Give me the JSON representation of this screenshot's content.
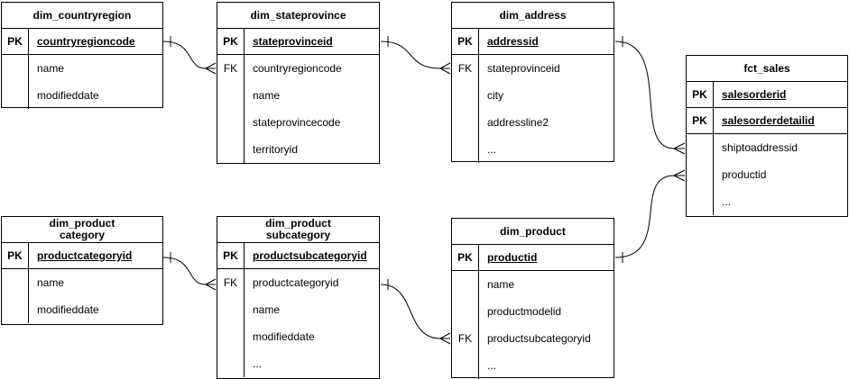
{
  "diagram": {
    "type": "entity-relationship",
    "notation": "crows-foot",
    "background_color": "#ffffff",
    "line_color": "#000000",
    "text_color": "#000000"
  },
  "tables": [
    {
      "title": "dim_countryregion",
      "rows": [
        {
          "key": "PK",
          "label": "countryregioncode"
        },
        {
          "key": "",
          "label": "name"
        },
        {
          "key": "",
          "label": "modifieddate"
        }
      ]
    },
    {
      "title": "dim_stateprovince",
      "rows": [
        {
          "key": "PK",
          "label": "stateprovinceid"
        },
        {
          "key": "FK",
          "label": "countryregioncode"
        },
        {
          "key": "",
          "label": "name"
        },
        {
          "key": "",
          "label": "stateprovincecode"
        },
        {
          "key": "",
          "label": "territoryid"
        }
      ]
    },
    {
      "title": "dim_address",
      "rows": [
        {
          "key": "PK",
          "label": "addressid"
        },
        {
          "key": "FK",
          "label": "stateprovinceid"
        },
        {
          "key": "",
          "label": "city"
        },
        {
          "key": "",
          "label": "addressline2"
        },
        {
          "key": "",
          "label": "..."
        }
      ]
    },
    {
      "title": "fct_sales",
      "rows": [
        {
          "key": "PK",
          "label": "salesorderid"
        },
        {
          "key": "PK",
          "label": "salesorderdetailid"
        },
        {
          "key": "",
          "label": "shiptoaddressid"
        },
        {
          "key": "",
          "label": "productid"
        },
        {
          "key": "",
          "label": "..."
        }
      ]
    },
    {
      "title": "dim_product\ncategory",
      "rows": [
        {
          "key": "PK",
          "label": "productcategoryid"
        },
        {
          "key": "",
          "label": "name"
        },
        {
          "key": "",
          "label": "modifieddate"
        }
      ]
    },
    {
      "title": "dim_product\nsubcategory",
      "rows": [
        {
          "key": "PK",
          "label": "productsubcategoryid"
        },
        {
          "key": "FK",
          "label": "productcategoryid"
        },
        {
          "key": "",
          "label": "name"
        },
        {
          "key": "",
          "label": "modifieddate"
        },
        {
          "key": "",
          "label": "..."
        }
      ]
    },
    {
      "title": "dim_product",
      "rows": [
        {
          "key": "PK",
          "label": "productid"
        },
        {
          "key": "",
          "label": "name"
        },
        {
          "key": "",
          "label": "productmodelid"
        },
        {
          "key": "FK",
          "label": "productsubcategoryid"
        },
        {
          "key": "",
          "label": "..."
        }
      ]
    }
  ],
  "relationships": [
    {
      "from_table": "dim_countryregion",
      "from_field": "countryregioncode",
      "to_table": "dim_stateprovince",
      "to_field": "countryregioncode",
      "cardinality": "one-to-many"
    },
    {
      "from_table": "dim_stateprovince",
      "from_field": "stateprovinceid",
      "to_table": "dim_address",
      "to_field": "stateprovinceid",
      "cardinality": "one-to-many"
    },
    {
      "from_table": "dim_address",
      "from_field": "addressid",
      "to_table": "fct_sales",
      "to_field": "shiptoaddressid",
      "cardinality": "one-to-many"
    },
    {
      "from_table": "dim_product",
      "from_field": "productid",
      "to_table": "fct_sales",
      "to_field": "productid",
      "cardinality": "one-to-many"
    },
    {
      "from_table": "dim_product category",
      "from_field": "productcategoryid",
      "to_table": "dim_product subcategory",
      "to_field": "productcategoryid",
      "cardinality": "one-to-many"
    },
    {
      "from_table": "dim_product subcategory",
      "from_field": "productsubcategoryid",
      "to_table": "dim_product",
      "to_field": "productsubcategoryid",
      "cardinality": "one-to-many"
    }
  ]
}
